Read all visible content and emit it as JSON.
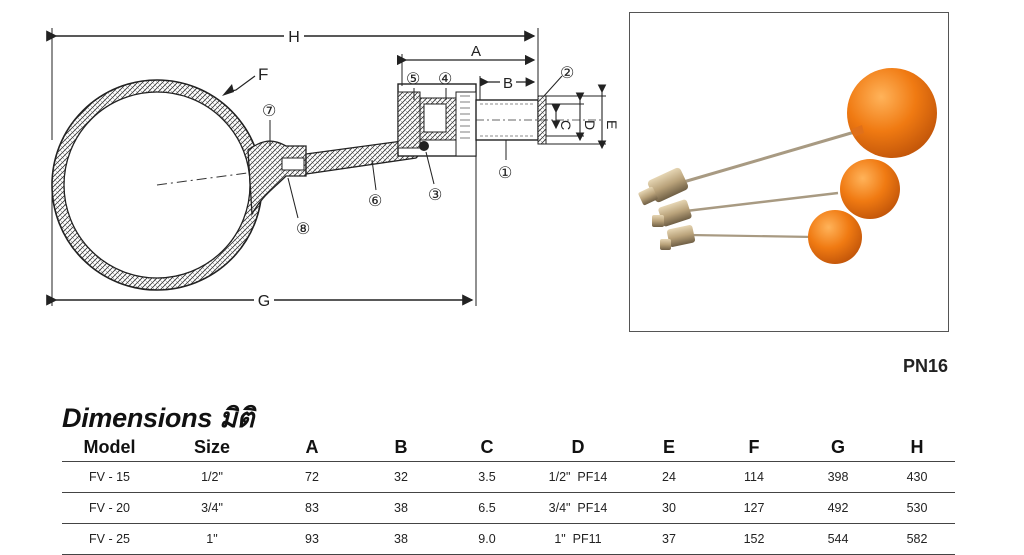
{
  "diagram": {
    "dimension_labels": {
      "H": "H",
      "A": "A",
      "B": "B",
      "C": "C",
      "D": "D",
      "E": "E",
      "G": "G"
    },
    "part_labels": {
      "F": "F",
      "p1": "①",
      "p2": "②",
      "p3": "③",
      "p4": "④",
      "p5": "⑤",
      "p6": "⑥",
      "p7": "⑦",
      "p8": "⑧"
    }
  },
  "pressure_rating": "PN16",
  "section_title": "Dimensions มิติ",
  "table": {
    "headers": [
      "Model",
      "Size",
      "A",
      "B",
      "C",
      "D",
      "E",
      "F",
      "G",
      "H"
    ],
    "rows": [
      [
        "FV - 15",
        "1/2\"",
        "72",
        "32",
        "3.5",
        "1/2\"  PF14",
        "24",
        "114",
        "398",
        "430"
      ],
      [
        "FV - 20",
        "3/4\"",
        "83",
        "38",
        "6.5",
        "3/4\"  PF14",
        "30",
        "127",
        "492",
        "530"
      ],
      [
        "FV - 25",
        "1\"",
        "93",
        "38",
        "9.0",
        "1\"  PF11",
        "37",
        "152",
        "544",
        "582"
      ]
    ]
  },
  "colors": {
    "float_orange": "#f07a12",
    "brass": "#b9a27a",
    "line": "#222222"
  }
}
